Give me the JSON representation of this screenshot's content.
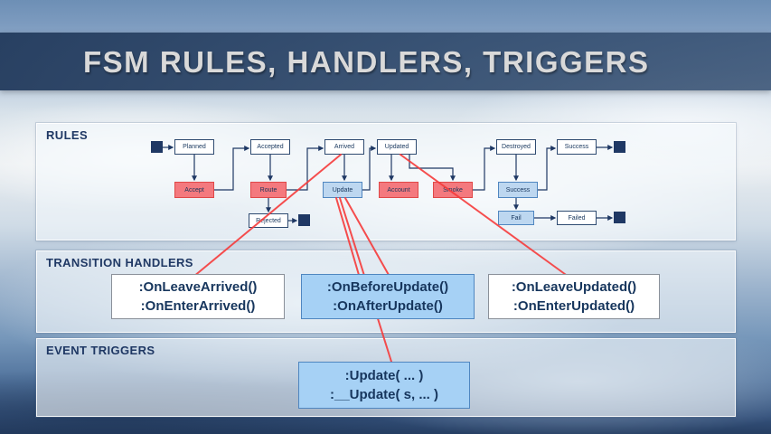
{
  "slide": {
    "title": "FSM RULES, HANDLERS, TRIGGERS"
  },
  "rules_panel": {
    "label": "RULES"
  },
  "handlers_panel": {
    "label": "TRANSITION HANDLERS",
    "boxes": [
      {
        "variant": "white",
        "lines": [
          ":OnLeaveArrived()",
          ":OnEnterArrived()"
        ]
      },
      {
        "variant": "blue",
        "lines": [
          ":OnBeforeUpdate()",
          ":OnAfterUpdate()"
        ]
      },
      {
        "variant": "white",
        "lines": [
          ":OnLeaveUpdated()",
          ":OnEnterUpdated()"
        ]
      }
    ]
  },
  "triggers_panel": {
    "label": "EVENT TRIGGERS",
    "boxes": [
      {
        "variant": "blue",
        "lines": [
          ":Update( ... )",
          ":__Update( s, ... )"
        ]
      }
    ]
  },
  "diagram": {
    "nodes": [
      {
        "label": "Planned",
        "variant": "white"
      },
      {
        "label": "Accepted",
        "variant": "white"
      },
      {
        "label": "Arrived",
        "variant": "white"
      },
      {
        "label": "Updated",
        "variant": "white"
      },
      {
        "label": "Destroyed",
        "variant": "white"
      },
      {
        "label": "Success",
        "variant": "white"
      },
      {
        "label": "Accept",
        "variant": "red"
      },
      {
        "label": "Route",
        "variant": "red"
      },
      {
        "label": "Update",
        "variant": "blue"
      },
      {
        "label": "Account",
        "variant": "red"
      },
      {
        "label": "Smoke",
        "variant": "red"
      },
      {
        "label": "Success",
        "variant": "blue"
      },
      {
        "label": "Rejected",
        "variant": "white"
      },
      {
        "label": "Fail",
        "variant": "blue"
      },
      {
        "label": "Failed",
        "variant": "white"
      }
    ]
  },
  "colors": {
    "accent_navy": "#1f3864",
    "state_red": "#f4797e",
    "state_blue": "#bdd7f0",
    "annotation_red": "#f63b3b"
  }
}
